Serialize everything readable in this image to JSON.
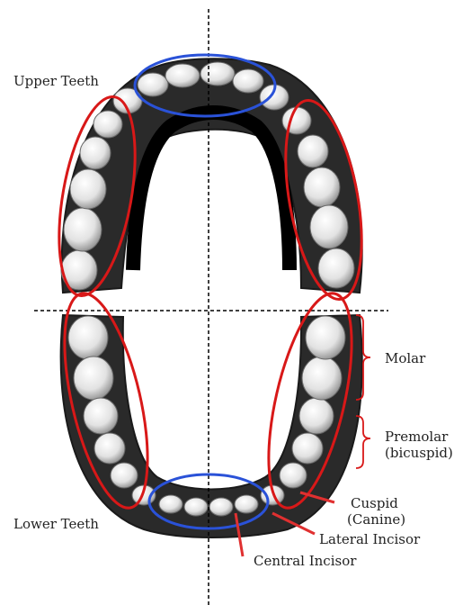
{
  "labels": {
    "upper_teeth": "Upper Teeth",
    "lower_teeth": "Lower Teeth",
    "molar": "Molar",
    "premolar_line1": "Premolar",
    "premolar_line2": "(bicuspid)",
    "cuspid_line1": "Cuspid",
    "cuspid_line2": "(Canine)",
    "lateral_incisor": "Lateral Incisor",
    "central_incisor": "Central Incisor"
  },
  "colors": {
    "highlight_red": "#d81818",
    "highlight_blue": "#2a52d8",
    "arrow_red": "#e03030",
    "tooth_white": "#f4f4f4",
    "gum_black": "#111111"
  }
}
